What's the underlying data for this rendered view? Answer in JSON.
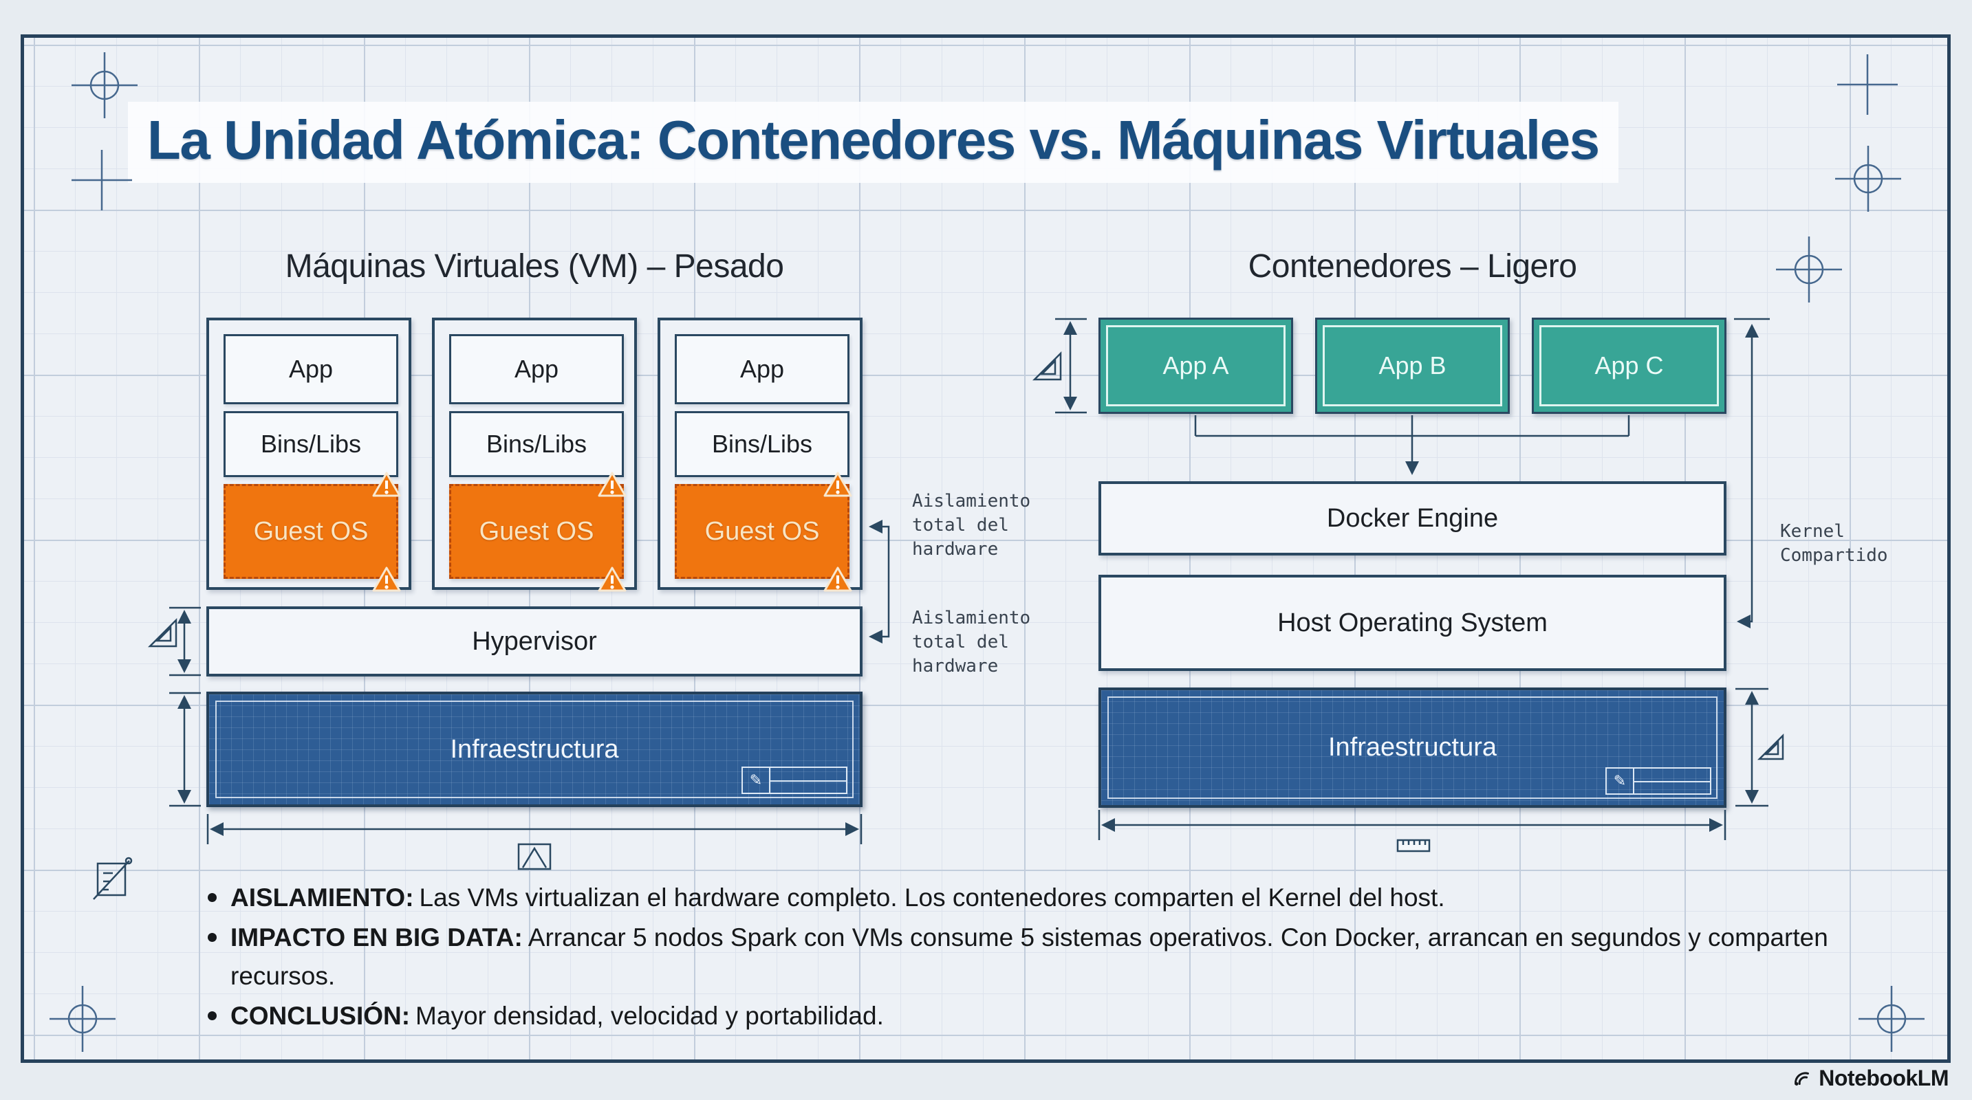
{
  "title": "La Unidad Atómica: Contenedores vs. Máquinas Virtuales",
  "vm_section": {
    "heading": "Máquinas Virtuales (VM) – Pesado",
    "stack": {
      "app": "App",
      "bins": "Bins/Libs",
      "guest": "Guest OS"
    },
    "hypervisor": "Hypervisor",
    "infrastructure": "Infraestructura"
  },
  "container_section": {
    "heading": "Contenedores – Ligero",
    "apps": [
      "App A",
      "App B",
      "App C"
    ],
    "engine": "Docker Engine",
    "host_os": "Host Operating System",
    "infrastructure": "Infraestructura"
  },
  "annotations": {
    "isolation_guest": "Aislamiento total del hardware",
    "isolation_hypervisor": "Aislamiento total del hardware",
    "shared_kernel": "Kernel Compartido"
  },
  "bullets": [
    {
      "term": "AISLAMIENTO:",
      "text": "Las VMs virtualizan el hardware completo. Los contenedores comparten el Kernel del host."
    },
    {
      "term": "IMPACTO EN BIG DATA:",
      "text": "Arrancar 5 nodos Spark con VMs consume 5 sistemas operativos. Con Docker, arrancan en segundos y comparten recursos."
    },
    {
      "term": "CONCLUSIÓN:",
      "text": "Mayor densidad, velocidad y portabilidad."
    }
  ],
  "footer": {
    "brand": "NotebookLM"
  },
  "icons": {
    "pen": "✎"
  },
  "colors": {
    "frame": "#2a4861",
    "teal": "#38a596",
    "orange": "#f0750f",
    "infra_blue": "#2e5d95",
    "title_navy": "#1a4e80"
  }
}
